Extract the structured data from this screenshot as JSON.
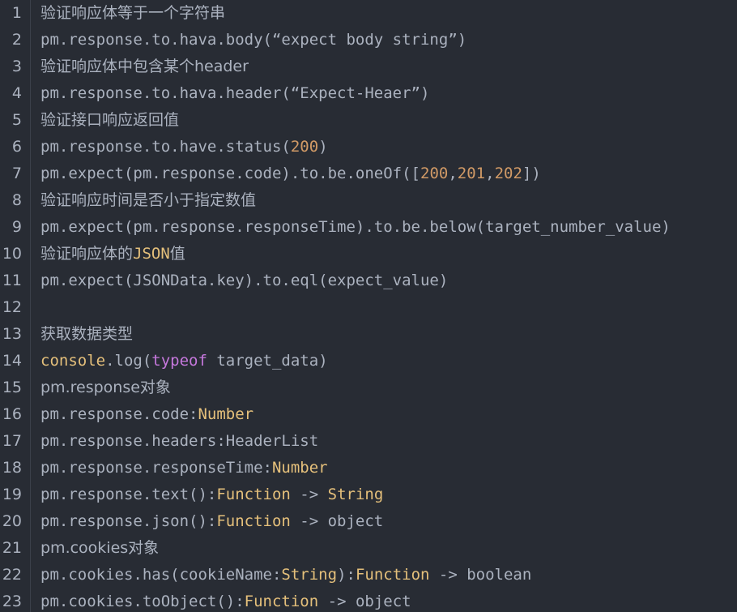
{
  "editor": {
    "lines": [
      {
        "num": "1",
        "tokens": [
          {
            "t": "验证响应体等于一个字符串",
            "c": "comment"
          }
        ]
      },
      {
        "num": "2",
        "tokens": [
          {
            "t": "pm.response.to.hava.body(“expect body string”)",
            "c": "default"
          }
        ]
      },
      {
        "num": "3",
        "tokens": [
          {
            "t": "验证响应体中包含某个header",
            "c": "comment"
          }
        ]
      },
      {
        "num": "4",
        "tokens": [
          {
            "t": "pm.response.to.hava.header(“Expect-Heaer”)",
            "c": "default"
          }
        ]
      },
      {
        "num": "5",
        "tokens": [
          {
            "t": "验证接口响应返回值",
            "c": "comment"
          }
        ]
      },
      {
        "num": "6",
        "tokens": [
          {
            "t": "pm.response.to.have.status(",
            "c": "default"
          },
          {
            "t": "200",
            "c": "number"
          },
          {
            "t": ")",
            "c": "default"
          }
        ]
      },
      {
        "num": "7",
        "tokens": [
          {
            "t": "pm.expect(pm.response.code).to.be.oneOf([",
            "c": "default"
          },
          {
            "t": "200",
            "c": "number"
          },
          {
            "t": ",",
            "c": "default"
          },
          {
            "t": "201",
            "c": "number"
          },
          {
            "t": ",",
            "c": "default"
          },
          {
            "t": "202",
            "c": "number"
          },
          {
            "t": "])",
            "c": "default"
          }
        ]
      },
      {
        "num": "8",
        "tokens": [
          {
            "t": "验证响应时间是否小于指定数值",
            "c": "comment"
          }
        ]
      },
      {
        "num": "9",
        "tokens": [
          {
            "t": "pm.expect(pm.response.responseTime).to.be.below(target_number_value)",
            "c": "default"
          }
        ]
      },
      {
        "num": "10",
        "tokens": [
          {
            "t": "验证响应体的",
            "c": "comment"
          },
          {
            "t": "JSON",
            "c": "json"
          },
          {
            "t": "值",
            "c": "comment"
          }
        ]
      },
      {
        "num": "11",
        "tokens": [
          {
            "t": "pm.expect(JSONData.key).to.eql(expect_value)",
            "c": "default"
          }
        ]
      },
      {
        "num": "12",
        "tokens": []
      },
      {
        "num": "13",
        "tokens": [
          {
            "t": "获取数据类型",
            "c": "comment"
          }
        ]
      },
      {
        "num": "14",
        "tokens": [
          {
            "t": "console",
            "c": "console"
          },
          {
            "t": ".log(",
            "c": "default"
          },
          {
            "t": "typeof",
            "c": "keyword"
          },
          {
            "t": " target_data)",
            "c": "default"
          }
        ]
      },
      {
        "num": "15",
        "tokens": [
          {
            "t": "pm.response对象",
            "c": "default"
          }
        ]
      },
      {
        "num": "16",
        "tokens": [
          {
            "t": "pm.response.code:",
            "c": "default"
          },
          {
            "t": "Number",
            "c": "type"
          }
        ]
      },
      {
        "num": "17",
        "tokens": [
          {
            "t": "pm.response.headers:HeaderList",
            "c": "default"
          }
        ]
      },
      {
        "num": "18",
        "tokens": [
          {
            "t": "pm.response.responseTime:",
            "c": "default"
          },
          {
            "t": "Number",
            "c": "type"
          }
        ]
      },
      {
        "num": "19",
        "tokens": [
          {
            "t": "pm.response.text():",
            "c": "default"
          },
          {
            "t": "Function",
            "c": "type"
          },
          {
            "t": " -> ",
            "c": "default"
          },
          {
            "t": "String",
            "c": "type"
          }
        ]
      },
      {
        "num": "20",
        "tokens": [
          {
            "t": "pm.response.json():",
            "c": "default"
          },
          {
            "t": "Function",
            "c": "type"
          },
          {
            "t": " -> object",
            "c": "default"
          }
        ]
      },
      {
        "num": "21",
        "tokens": [
          {
            "t": "pm.cookies对象",
            "c": "default"
          }
        ]
      },
      {
        "num": "22",
        "tokens": [
          {
            "t": "pm.cookies.has(cookieName:",
            "c": "default"
          },
          {
            "t": "String",
            "c": "type"
          },
          {
            "t": "):",
            "c": "default"
          },
          {
            "t": "Function",
            "c": "type"
          },
          {
            "t": " -> boolean",
            "c": "default"
          }
        ]
      },
      {
        "num": "23",
        "tokens": [
          {
            "t": "pm.cookies.toObject():",
            "c": "default"
          },
          {
            "t": "Function",
            "c": "type"
          },
          {
            "t": " -> object",
            "c": "default"
          }
        ]
      }
    ]
  },
  "colors": {
    "background": "#282c34",
    "text": "#abb2bf",
    "number": "#d19a66",
    "keyword": "#c678dd",
    "type": "#e5c07b"
  }
}
